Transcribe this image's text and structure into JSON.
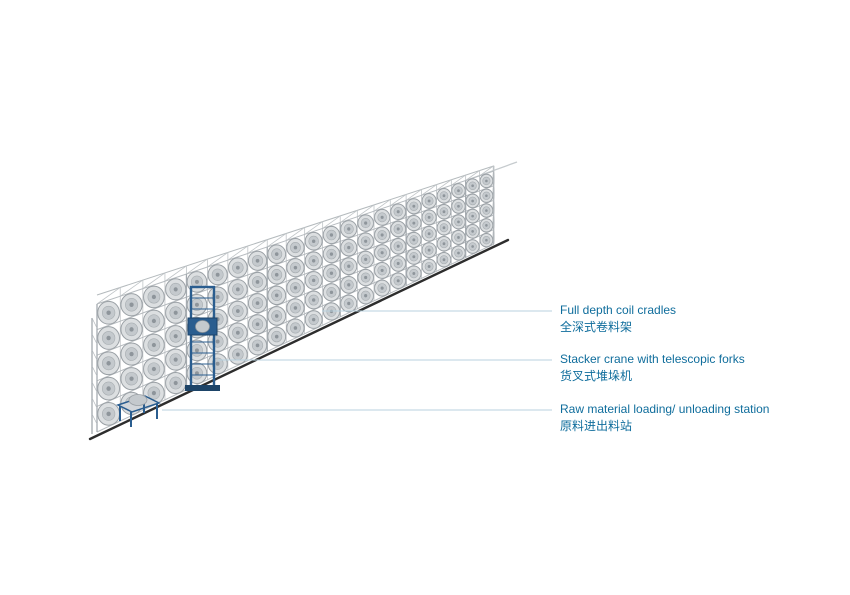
{
  "labels": [
    {
      "en": "Full depth coil cradles",
      "zh": "全深式卷料架"
    },
    {
      "en": "Stacker crane with telescopic forks",
      "zh": "货叉式堆垛机"
    },
    {
      "en": "Raw material loading/ unloading station",
      "zh": "原料进出料站"
    }
  ],
  "colors": {
    "label_text": "#0f6d9c",
    "leader_line": "#b9d2df",
    "crane_blue": "#2a5d8f",
    "crane_dark": "#1d4468",
    "rack_light": "#dcdfe1",
    "rack_mid": "#c4c9cd",
    "rack_dark": "#8e959b",
    "frame_gray": "#a9afb4",
    "baseline": "#2d2d2d"
  }
}
